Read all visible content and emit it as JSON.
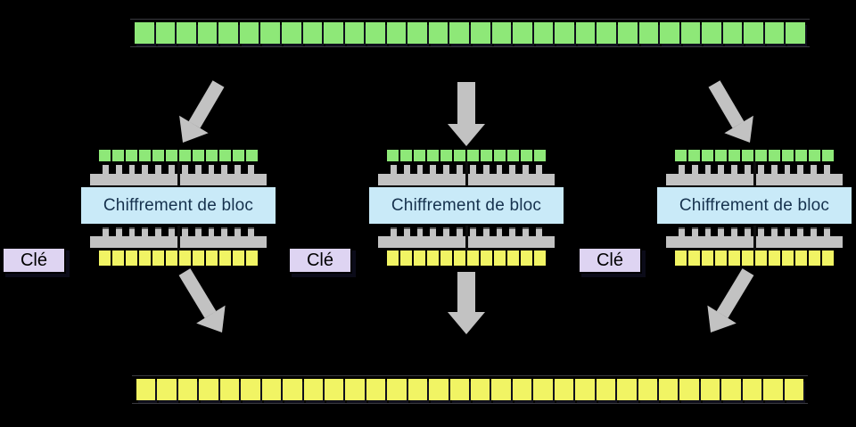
{
  "page": {
    "background": "#000000"
  },
  "colors": {
    "plaintext_green": "#8ee878",
    "ciphertext_yellow": "#f1f464",
    "cipher_box_fill": "#c9eaf8",
    "cipher_box_text": "#16324e",
    "key_box_fill": "#ded4f2",
    "arrow_gray": "#c2c2c2",
    "rail_line": "#3a3a40"
  },
  "plaintext_row": {
    "bit_count": 32
  },
  "ciphertext_row": {
    "bit_count": 32
  },
  "block_io": {
    "input_bit_count": 12,
    "output_bit_count": 12,
    "teeth_count": 12
  },
  "blocks": [
    {
      "label": "Chiffrement de bloc",
      "key_label": "Clé"
    },
    {
      "label": "Chiffrement de bloc",
      "key_label": "Clé"
    },
    {
      "label": "Chiffrement de bloc",
      "key_label": "Clé"
    }
  ],
  "arrows": {
    "count": 6,
    "top_row_to_blocks": 3,
    "blocks_to_bottom_row": 3
  }
}
